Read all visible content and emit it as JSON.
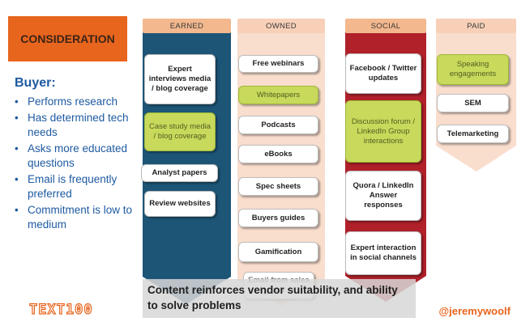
{
  "stage": "CONSIDERATION",
  "buyer": {
    "title": "Buyer:",
    "points": [
      "Performs research",
      "Has determined tech needs",
      "Asks more educated questions",
      "Email is frequently preferred",
      "Commitment is low to medium"
    ]
  },
  "columns": {
    "earned": {
      "header": "EARNED",
      "items": [
        "Expert interviews media / blog coverage",
        "Case study media / blog coverage",
        "Analyst papers",
        "Review websites"
      ]
    },
    "owned": {
      "header": "OWNED",
      "items": [
        "Free webinars",
        "Whitepapers",
        "Podcasts",
        "eBooks",
        "Spec sheets",
        "Buyers guides",
        "Gamification",
        "Email from sales rep"
      ]
    },
    "social": {
      "header": "SOCIAL",
      "items": [
        "Facebook / Twitter updates",
        "Discussion forum / LinkedIn Group interactions",
        "Quora / LinkedIn Answer responses",
        "Expert interaction in social channels"
      ]
    },
    "paid": {
      "header": "PAID",
      "items": [
        "Speaking engagements",
        "SEM",
        "Telemarketing"
      ]
    }
  },
  "caption": "Content reinforces vendor suitability, and ability to solve problems",
  "brand": "TEXT100",
  "handle": "@jeremywoolf",
  "colors": {
    "accent_orange": "#e8651e",
    "earned_arrow": "#1d5577",
    "owned_arrow": "#f9ddcd",
    "social_arrow": "#b0212a",
    "paid_arrow": "#f9ddcd",
    "highlight_green": "#c8d95b",
    "buyer_text_blue": "#1e5aa0"
  }
}
